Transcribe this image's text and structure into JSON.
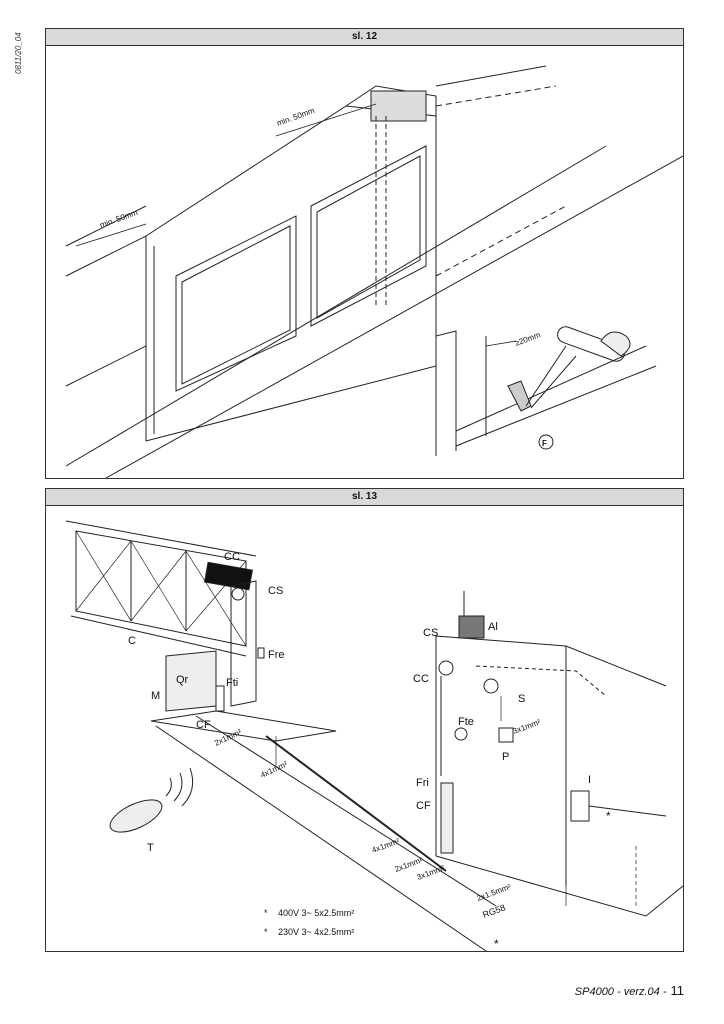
{
  "side_code": "0811/20_04",
  "figure12": {
    "title": "sl. 12",
    "dim_top": "min. 50mm",
    "dim_left": "min. 50mm",
    "dim_stop": "≥20mm",
    "callout_f": "F"
  },
  "figure13": {
    "title": "sl. 13",
    "labels": {
      "cc_left": "CC",
      "cs_left": "CS",
      "c": "C",
      "fre": "Fre",
      "qr": "Qr",
      "m": "M",
      "fti": "Fti",
      "cf_left": "CF",
      "cs_right": "CS",
      "al": "Al",
      "cc_right": "CC",
      "s": "S",
      "fte": "Fte",
      "p": "P",
      "fri": "Fri",
      "cf_right": "CF",
      "i": "I",
      "t": "T",
      "star_right": "*",
      "star_bottom": "*"
    },
    "cables": {
      "c2x1_left": "2x1mm²",
      "c4x1_left": "4x1mm²",
      "c3x1_p": "3x1mm²",
      "c4x1_mid": "4x1mm²",
      "c2x1_mid": "2x1mm²",
      "c3x1_mid": "3x1mm²",
      "c2x15": "2x1.5mm²",
      "rg58": "RG58"
    },
    "notes": [
      {
        "mark": "*",
        "text": "400V 3~ 5x2.5mm²"
      },
      {
        "mark": "*",
        "text": "230V 3~ 4x2.5mm²"
      }
    ]
  },
  "footer": {
    "doc": "SP4000 - verz.04 -",
    "page": "11"
  }
}
